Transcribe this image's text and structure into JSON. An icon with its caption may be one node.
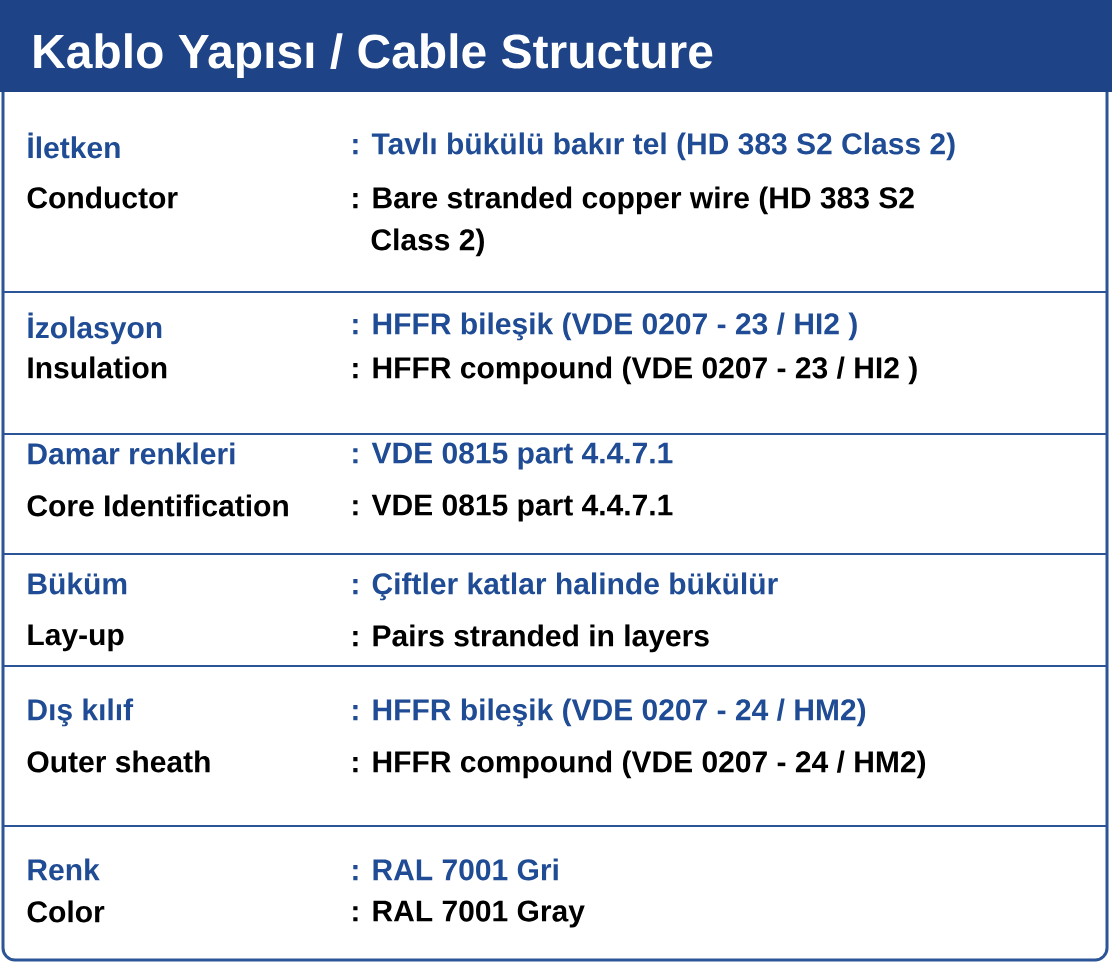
{
  "diagram": {
    "title": "Kablo Yapısı / Cable Structure",
    "labels": [
      "İletken",
      ": Tavlı bükülü bakır tel (HD 383 S2 Class 2)",
      "Conductor",
      ": Bare stranded copper wire (HD 383 S2 Class 2)",
      "İzolasyon",
      ": HFFR bileşik (VDE 0207 - 23 / HI2 )",
      "Insulation",
      ": HFFR compound (VDE 0207 - 23 / HI2 )",
      "Damar renkleri",
      ": VDE 0815 part 4.4.7.1",
      "Core Identification",
      ": VDE 0815 part 4.4.7.1",
      "Büküm",
      ": Çiftler katlar halinde bükülür",
      "Lay-up",
      ": Pairs stranded in layers",
      "Dış kılıf",
      ": HFFR bileşik (VDE 0207 - 24 / HM2)",
      "Outer sheath",
      ": HFFR compound (VDE 0207 - 24 / HM2)",
      "Renk",
      ": RAL 7001 Gri",
      "Color",
      ": RAL 7001 Gray"
    ]
  }
}
